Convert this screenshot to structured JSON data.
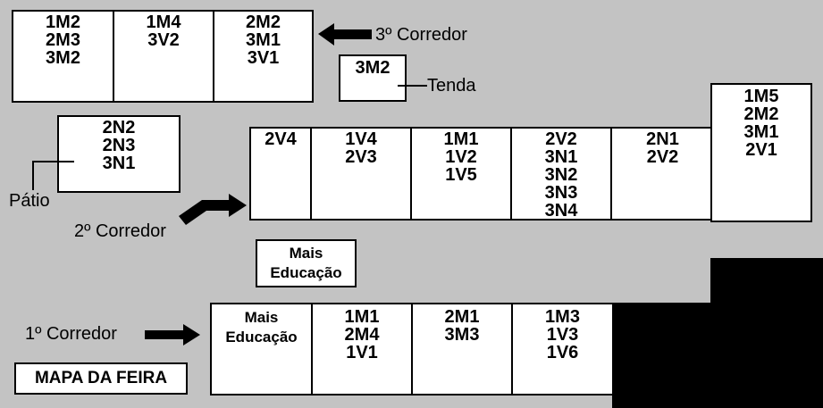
{
  "top_block": [
    {
      "text": "1M2\n2M3\n3M2"
    },
    {
      "text": "1M4\n3V2"
    },
    {
      "text": "2M2\n3M1\n3V1"
    }
  ],
  "tenda_box": {
    "text": "3M2"
  },
  "tenda_label": "Tenda",
  "corredor3_label": "3º Corredor",
  "patio_box": {
    "text": "2N2\n2N3\n3N1"
  },
  "patio_label": "Pátio",
  "middle_row": [
    {
      "text": "2V4"
    },
    {
      "text": "1V4\n2V3"
    },
    {
      "text": "1M1\n1V2\n1V5"
    },
    {
      "text": "2V2\n3N1\n3N2\n3N3\n3N4"
    },
    {
      "text": "2N1\n2V2"
    }
  ],
  "right_tall_box": {
    "text": "1M5\n2M2\n3M1\n2V1"
  },
  "corredor2_label": "2º Corredor",
  "mais_educacao_mid": {
    "text": "Mais\nEducação"
  },
  "bottom_row": [
    {
      "text": "Mais\nEducação"
    },
    {
      "text": "1M1\n2M4\n1V1"
    },
    {
      "text": "2M1\n3M3"
    },
    {
      "text": "1M3\n1V3\n1V6"
    }
  ],
  "corredor1_label": "1º Corredor",
  "map_title": "MAPA DA FEIRA",
  "colors": {
    "background": "#c3c3c3",
    "box": "#ffffff",
    "ink": "#000000"
  }
}
